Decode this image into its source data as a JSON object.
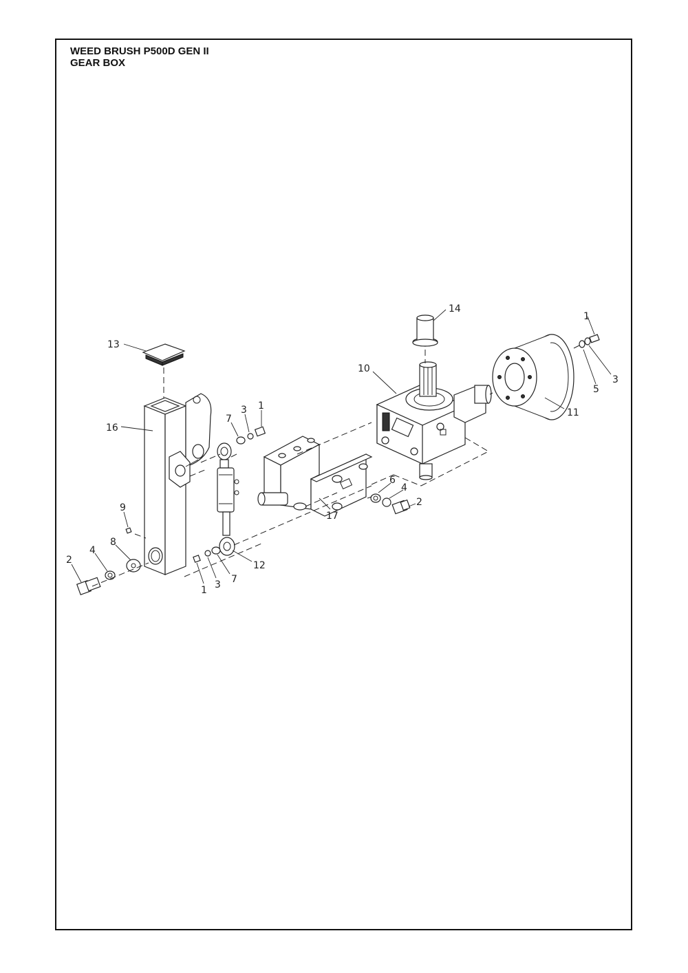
{
  "document": {
    "title_line1": "WEED BRUSH P500D GEN II",
    "title_line2": "GEAR BOX"
  },
  "callouts": {
    "c14": "14",
    "c13": "13",
    "c1_top": "1",
    "c3_top": "3",
    "c5": "5",
    "c11": "11",
    "c10": "10",
    "c16": "16",
    "c7_mid": "7",
    "c3_mid": "3",
    "c1_mid": "1",
    "c6": "6",
    "c4_right": "4",
    "c2_right": "2",
    "c17": "17",
    "c9": "9",
    "c8": "8",
    "c4_left": "4",
    "c2_left": "2",
    "c12": "12",
    "c1_low": "1",
    "c3_low": "3",
    "c7_low": "7"
  }
}
